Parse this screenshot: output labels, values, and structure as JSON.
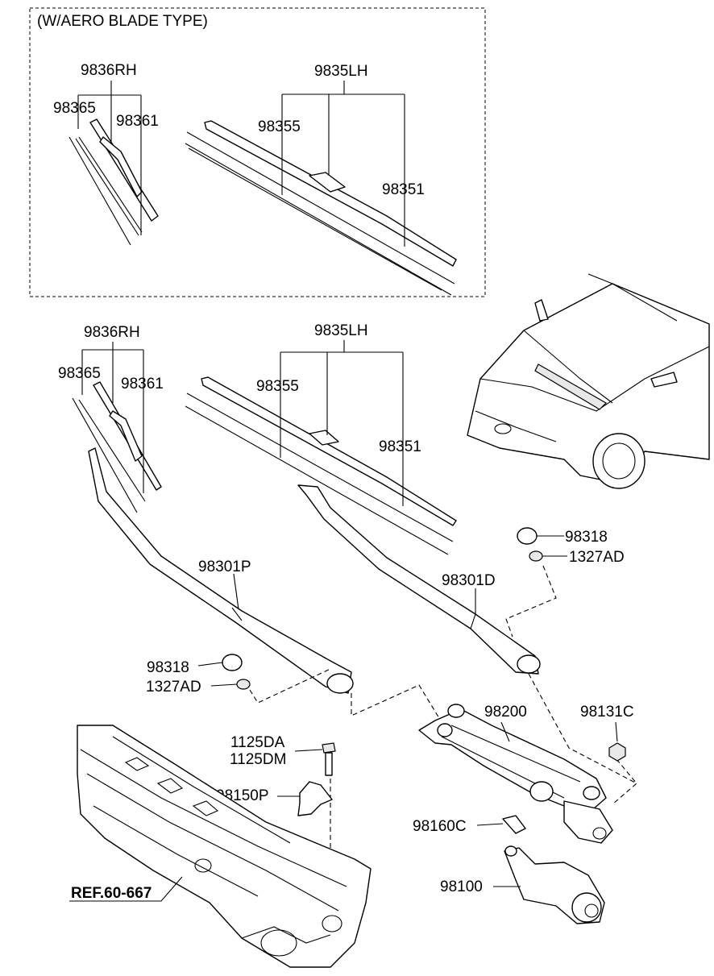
{
  "header": {
    "note": "(W/AERO BLADE TYPE)"
  },
  "aero": {
    "rh": {
      "group": "9836RH",
      "left": "98365",
      "right": "98361"
    },
    "lh": {
      "group": "9835LH",
      "left": "98355",
      "right": "98351"
    }
  },
  "std": {
    "rh": {
      "group": "9836RH",
      "left": "98365",
      "right": "98361"
    },
    "lh": {
      "group": "9835LH",
      "left": "98355",
      "right": "98351"
    }
  },
  "parts": {
    "arm_passenger": "98301P",
    "arm_driver": "98301D",
    "cap_right": "98318",
    "nut_right": "1327AD",
    "cap_left": "98318",
    "nut_left": "1327AD",
    "linkage": "98200",
    "nut_linkage": "98131C",
    "bolt_a": "1125DA",
    "bolt_b": "1125DM",
    "bracket": "98150P",
    "bracket_motor": "98160C",
    "motor": "98100",
    "reference": "REF.60-667"
  }
}
